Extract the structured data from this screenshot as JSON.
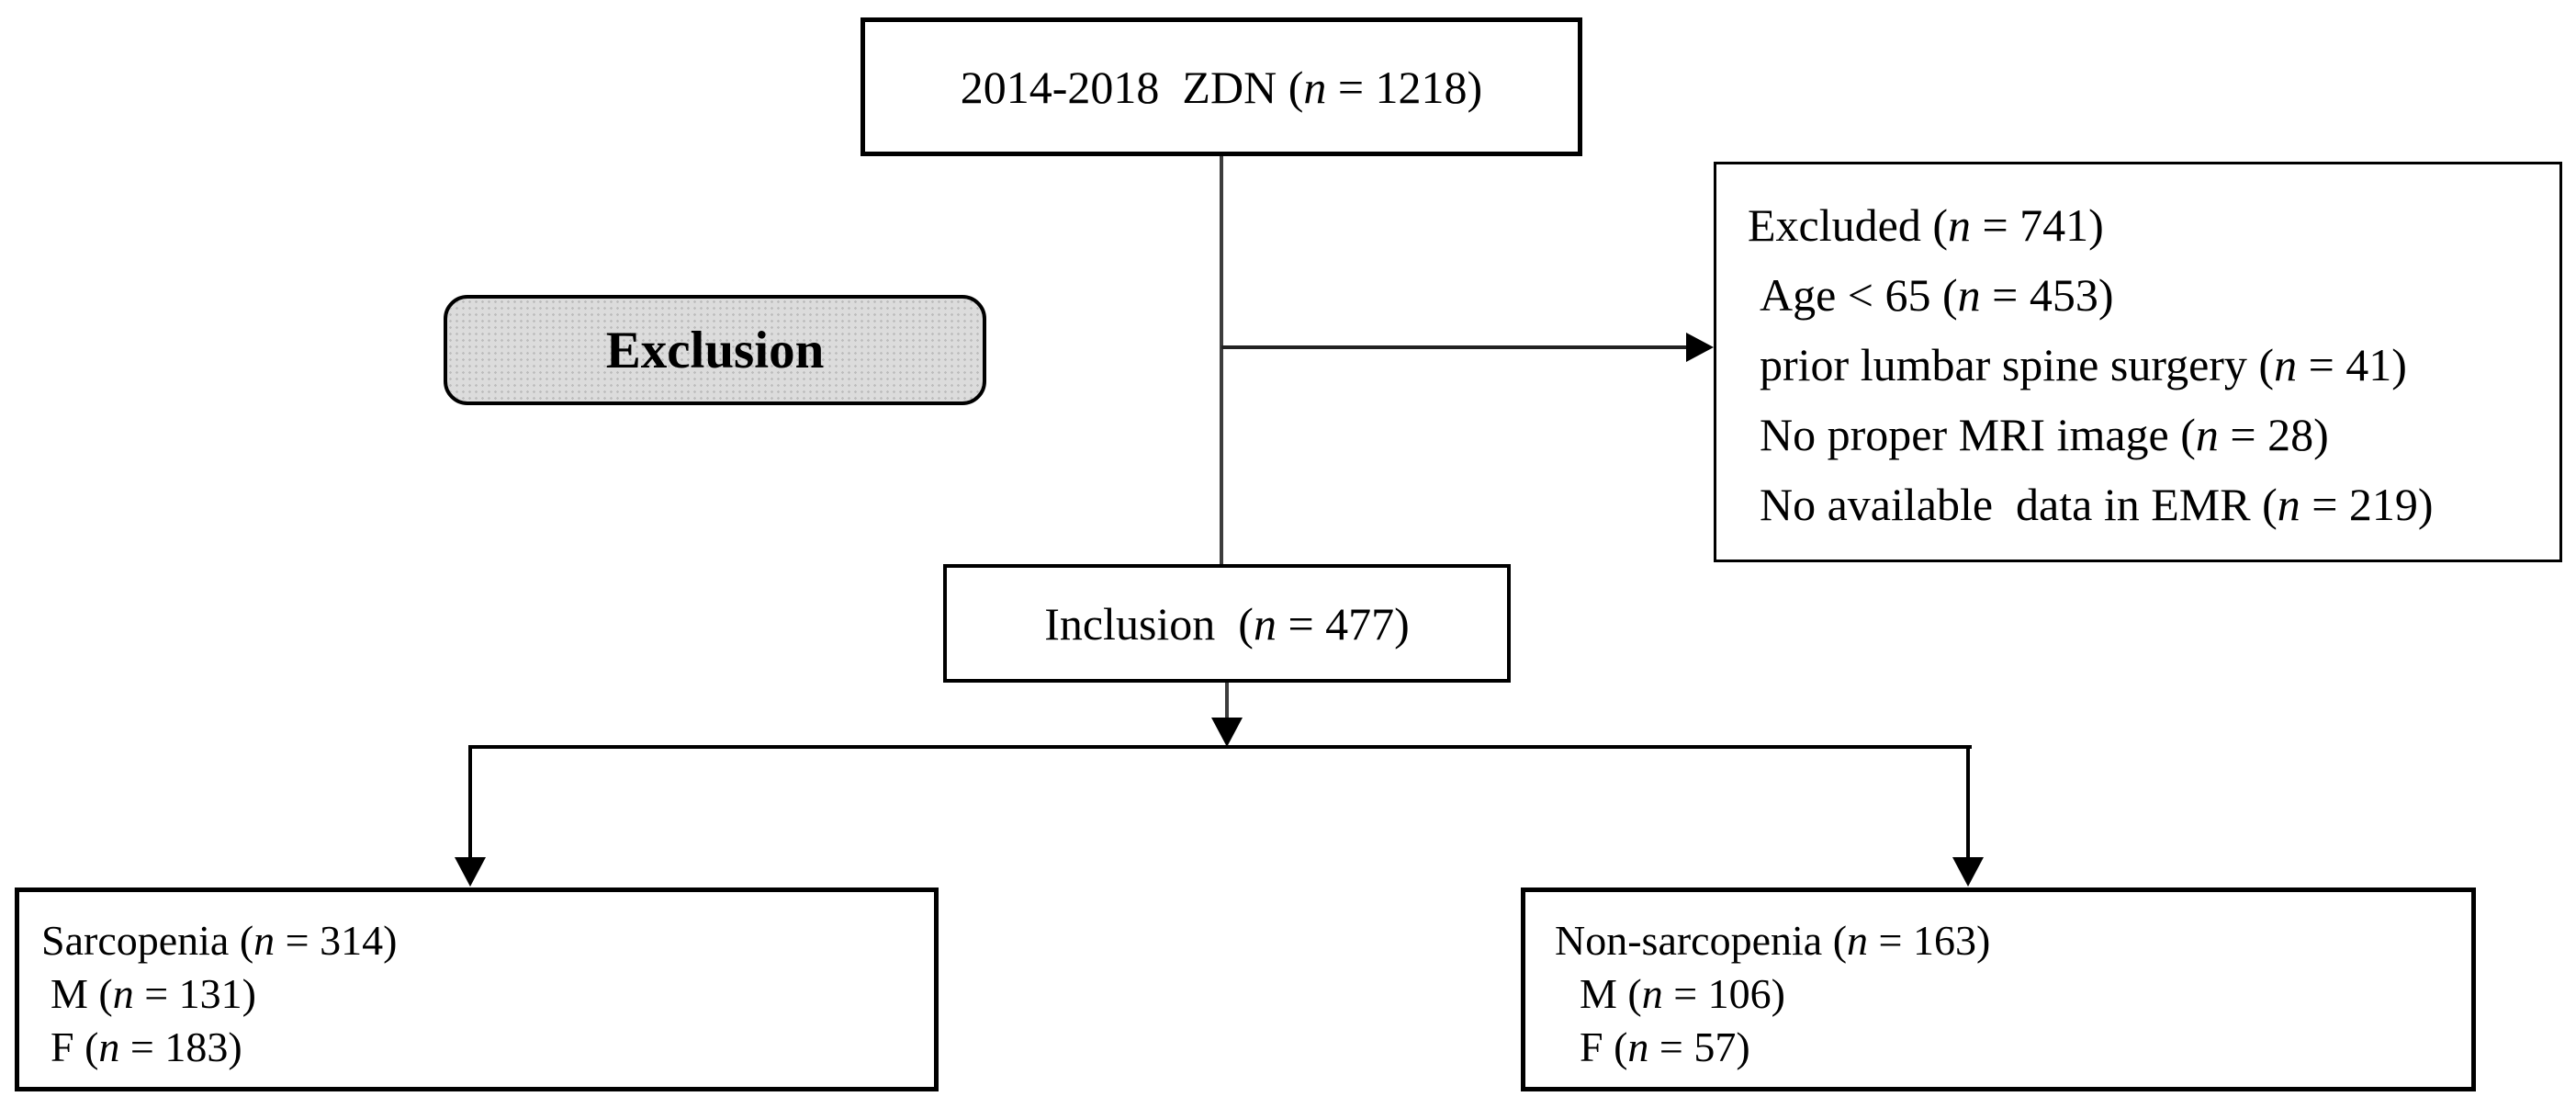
{
  "figure": {
    "background": "#ffffff",
    "colors": {
      "box_border": "#000000",
      "badge_fill": "#dcdcdc",
      "connector": "#222222",
      "text": "#000000"
    },
    "boxes": {
      "cohort": {
        "pre": "2014-2018  ZDN (",
        "var": "n",
        "post": " = 1218)"
      },
      "exclusion_badge": {
        "label": "Exclusion"
      },
      "excluded": {
        "lines": [
          {
            "pre": "Excluded (",
            "var": "n",
            "post": " = 741)"
          },
          {
            "pre": "Age < 65 (",
            "var": "n",
            "post": " = 453)"
          },
          {
            "pre": "prior lumbar spine surgery (",
            "var": "n",
            "post": " = 41)"
          },
          {
            "pre": "No proper MRI image (",
            "var": "n",
            "post": " = 28)"
          },
          {
            "pre": "No available  data in EMR (",
            "var": "n",
            "post": " = 219)"
          }
        ]
      },
      "inclusion": {
        "pre": "Inclusion  (",
        "var": "n",
        "post": " = 477)"
      },
      "sarcopenia": {
        "lines": [
          {
            "pre": "Sarcopenia (",
            "var": "n",
            "post": " = 314)"
          },
          {
            "pre": "M (",
            "var": "n",
            "post": " = 131)"
          },
          {
            "pre": "F (",
            "var": "n",
            "post": " = 183)"
          }
        ]
      },
      "non_sarcopenia": {
        "lines": [
          {
            "pre": "Non-sarcopenia (",
            "var": "n",
            "post": " = 163)"
          },
          {
            "pre": "M (",
            "var": "n",
            "post": " = 106)"
          },
          {
            "pre": "F (",
            "var": "n",
            "post": " = 57)"
          }
        ]
      }
    }
  }
}
